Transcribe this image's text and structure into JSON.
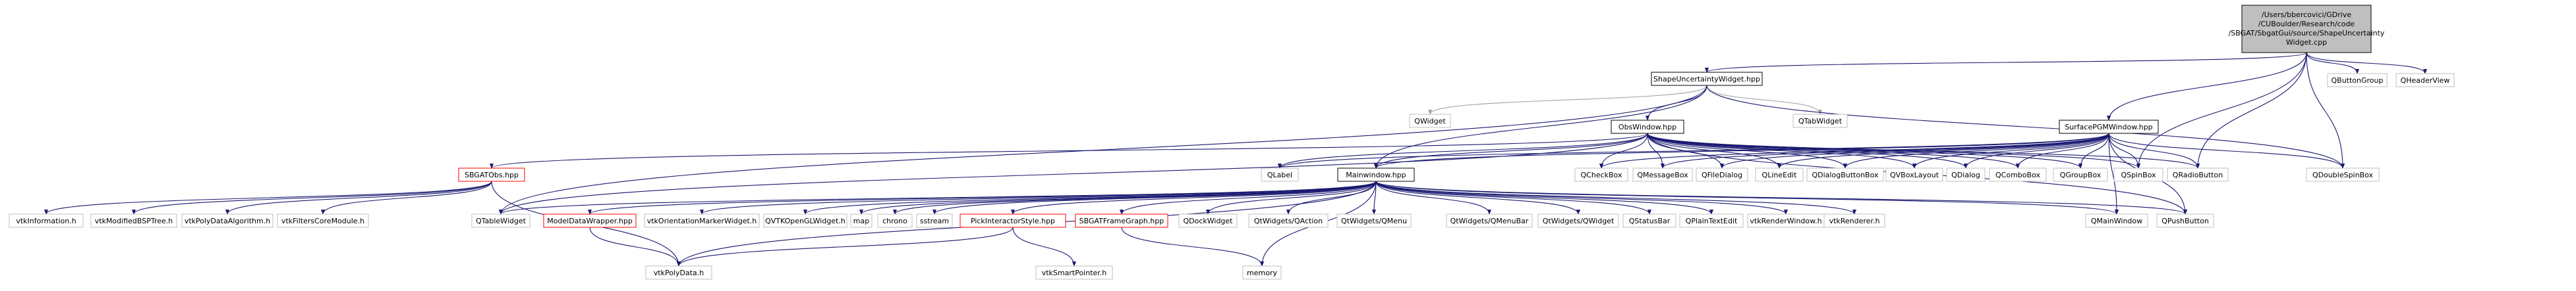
{
  "graph": {
    "root": {
      "label": [
        "/Users/bbercovici/GDrive",
        "/CUBoulder/Research/code",
        "/SBGAT/SbgatGui/source/ShapeUncertainty",
        "Widget.cpp"
      ]
    },
    "nodes": {
      "shape_hpp": "ShapeUncertaintyWidget.hpp",
      "qbuttongroup": "QButtonGroup",
      "qheaderview": "QHeaderView",
      "qwidget": "QWidget",
      "qtabwidget": "QTabWidget",
      "obswindow": "ObsWindow.hpp",
      "surfacepgm": "SurfacePGMWindow.hpp",
      "sbgatobs": "SBGATObs.hpp",
      "qlabel": "QLabel",
      "mainwindow": "Mainwindow.hpp",
      "qcheckbox": "QCheckBox",
      "qmessagebox": "QMessageBox",
      "qfiledialog": "QFileDialog",
      "qlineedit": "QLineEdit",
      "qdialogbuttonbox": "QDialogButtonBox",
      "qvboxlayout": "QVBoxLayout",
      "qdialog": "QDialog",
      "qcombobox": "QComboBox",
      "qgroupbox": "QGroupBox",
      "qspinbox": "QSpinBox",
      "qradiobutton": "QRadioButton",
      "qdoublespinbox": "QDoubleSpinBox",
      "vtkinformation": "vtkInformation.h",
      "vtkmodifiedbsp": "vtkModifiedBSPTree.h",
      "vtkpolydataalg": "vtkPolyDataAlgorithm.h",
      "vtkfilterscore": "vtkFiltersCoreModule.h",
      "qtablewidget": "QTableWidget",
      "modeldatawrapper": "ModelDataWrapper.hpp",
      "vtkorientation": "vtkOrientationMarkerWidget.h",
      "qvtkopengl": "QVTKOpenGLWidget.h",
      "map": "map",
      "chrono": "chrono",
      "sstream": "sstream",
      "pickinteractor": "PickInteractorStyle.hpp",
      "sbgatframegraph": "SBGATFrameGraph.hpp",
      "qdockwidget": "QDockWidget",
      "qaction": "QtWidgets/QAction",
      "qmenu": "QtWidgets/QMenu",
      "qmenubar": "QtWidgets/QMenuBar",
      "qqwidget": "QtWidgets/QWidget",
      "qstatusbar": "QStatusBar",
      "qplaintextedit": "QPlainTextEdit",
      "vtkrenderwindow": "vtkRenderWindow.h",
      "vtkrenderer": "vtkRenderer.h",
      "qmainwindow": "QMainWindow",
      "qpushbutton": "QPushButton",
      "vtkpolydata": "vtkPolyData.h",
      "vtksmartpointer": "vtkSmartPointer.h",
      "memory": "memory"
    },
    "colors": {
      "edge": "#191970",
      "edge_gray": "#9aa0aa",
      "node_border": "#bfbfbf",
      "root_fill": "#bfbfbf",
      "highlight_border": "#ff0000"
    }
  }
}
